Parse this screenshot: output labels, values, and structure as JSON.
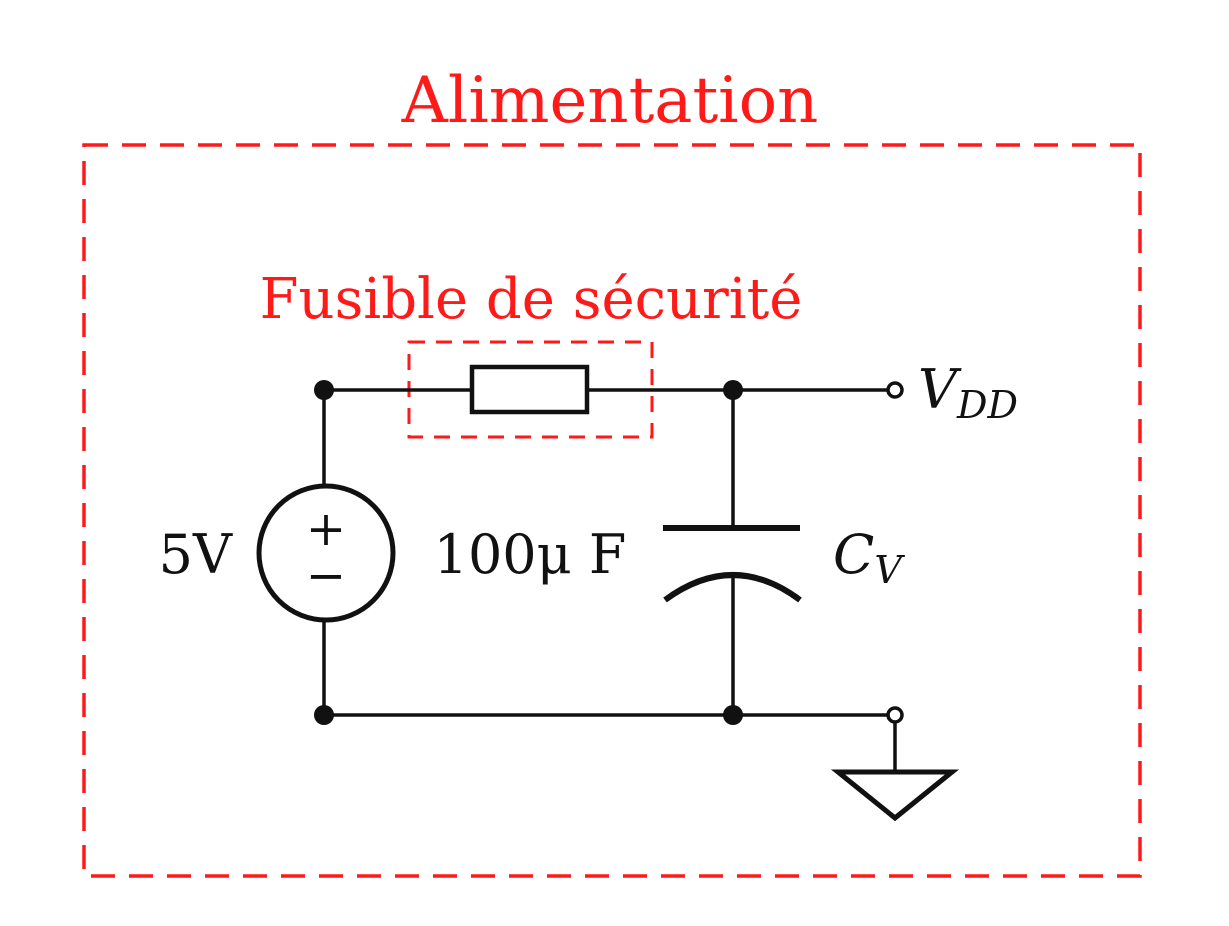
{
  "colors": {
    "annotation": "#ff1a1a",
    "circuit": "#111111",
    "background": "#ffffff"
  },
  "labels": {
    "group_title": "Alimentation",
    "fuse_title": "Fusible de sécurité",
    "source_value": "5V",
    "source_plus": "+",
    "source_minus": "−",
    "capacitance_value": "100μ F",
    "capacitor_name_main": "C",
    "capacitor_name_sub": "V",
    "output_name_main": "V",
    "output_name_sub": "DD"
  },
  "components": [
    {
      "type": "voltage-source",
      "value": "5V"
    },
    {
      "type": "fuse",
      "label": "Fusible de sécurité"
    },
    {
      "type": "polarized-capacitor",
      "value": "100μ F",
      "name": "C_V"
    },
    {
      "type": "output-terminal",
      "name": "V_DD"
    },
    {
      "type": "ground"
    }
  ]
}
